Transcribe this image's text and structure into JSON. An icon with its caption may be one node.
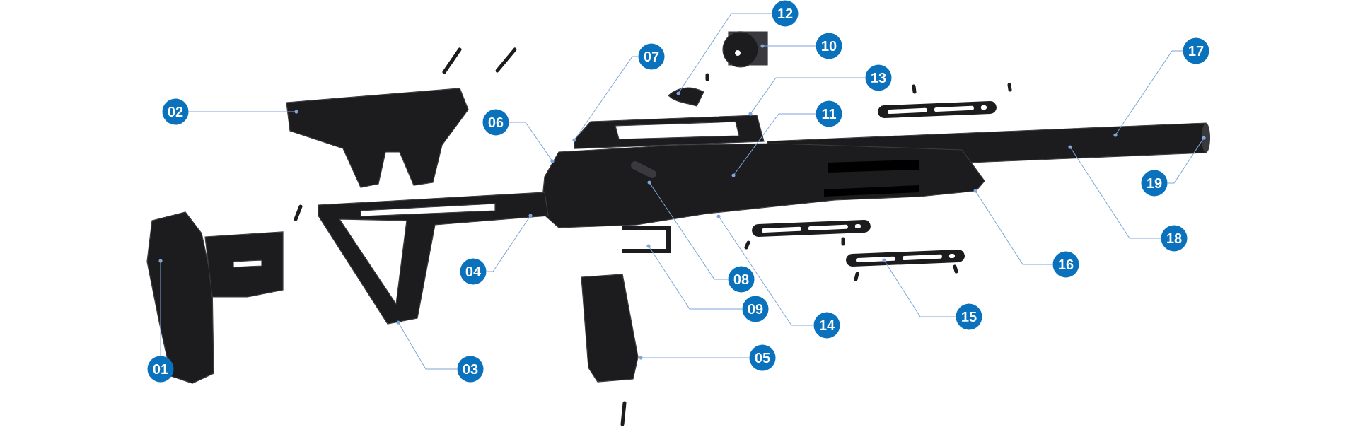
{
  "diagram": {
    "nodes": [
      {
        "text": [
          "01"
        ]
      },
      {
        "text": [
          "02"
        ]
      },
      {
        "text": [
          "03"
        ]
      },
      {
        "text": [
          "04"
        ]
      },
      {
        "text": [
          "05"
        ]
      },
      {
        "text": [
          "06"
        ]
      },
      {
        "text": [
          "07"
        ]
      },
      {
        "text": [
          "08"
        ]
      },
      {
        "text": [
          "09"
        ]
      },
      {
        "text": [
          "10"
        ]
      },
      {
        "text": [
          "11"
        ]
      },
      {
        "text": [
          "12"
        ]
      },
      {
        "text": [
          "13"
        ]
      },
      {
        "text": [
          "14"
        ]
      },
      {
        "text": [
          "15"
        ]
      },
      {
        "text": [
          "16"
        ]
      },
      {
        "text": [
          "17"
        ]
      },
      {
        "text": [
          "18"
        ]
      },
      {
        "text": [
          "19"
        ]
      },
      {
        "text": [],
        "shape": "circle"
      },
      {
        "text": [],
        "shape": "circle"
      },
      {
        "text": [],
        "shape": "circle"
      },
      {
        "text": [],
        "shape": "circle"
      },
      {
        "text": [],
        "shape": "circle"
      },
      {
        "text": [],
        "shape": "circle"
      },
      {
        "text": [],
        "shape": "circle"
      },
      {
        "text": [],
        "shape": "circle"
      },
      {
        "text": [],
        "shape": "circle"
      },
      {
        "text": [],
        "shape": "circle"
      },
      {
        "text": [],
        "shape": "circle"
      },
      {
        "text": [],
        "shape": "circle"
      },
      {
        "text": [],
        "shape": "circle"
      },
      {
        "text": [],
        "shape": "circle"
      },
      {
        "text": [],
        "shape": "circle"
      },
      {
        "text": [],
        "shape": "circle"
      },
      {
        "text": [],
        "shape": "circle"
      },
      {
        "text": [],
        "shape": "circle"
      },
      {
        "text": [],
        "shape": "circle"
      }
    ],
    "edges": [
      {
        "from": 0,
        "to": 19,
        "arrow": "none"
      },
      {
        "from": 1,
        "to": 20,
        "arrow": "none"
      },
      {
        "from": 2,
        "to": 21,
        "arrow": "none"
      },
      {
        "from": 3,
        "to": 22,
        "arrow": "none"
      },
      {
        "from": 4,
        "to": 23,
        "arrow": "none"
      },
      {
        "from": 5,
        "to": 24,
        "arrow": "none"
      },
      {
        "from": 6,
        "to": 25,
        "arrow": "none"
      },
      {
        "from": 7,
        "to": 26,
        "arrow": "none"
      },
      {
        "from": 8,
        "to": 27,
        "arrow": "none"
      },
      {
        "from": 9,
        "to": 28,
        "arrow": "none"
      },
      {
        "from": 10,
        "to": 29,
        "arrow": "none"
      },
      {
        "from": 11,
        "to": 30,
        "arrow": "none"
      },
      {
        "from": 12,
        "to": 31,
        "arrow": "none"
      },
      {
        "from": 13,
        "to": 32,
        "arrow": "none"
      },
      {
        "from": 14,
        "to": 33,
        "arrow": "none"
      },
      {
        "from": 15,
        "to": 34,
        "arrow": "none"
      },
      {
        "from": 16,
        "to": 35,
        "arrow": "none"
      },
      {
        "from": 17,
        "to": 36,
        "arrow": "none"
      },
      {
        "from": 18,
        "to": 37,
        "arrow": "none"
      }
    ]
  }
}
